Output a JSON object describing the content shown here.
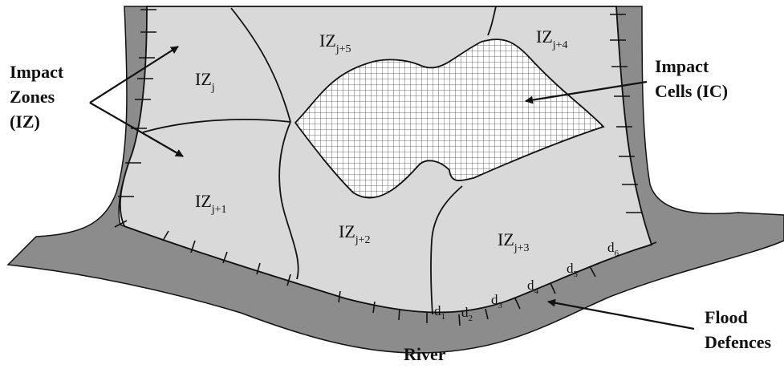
{
  "labels": {
    "impact_zones": [
      "Impact",
      "Zones",
      "(IZ)"
    ],
    "impact_cells": [
      "Impact",
      "Cells (IC)"
    ],
    "flood_defences": [
      "Flood",
      "Defences"
    ],
    "river": "River"
  },
  "zones": [
    {
      "base": "IZ",
      "sub": "j"
    },
    {
      "base": "IZ",
      "sub": "j+1"
    },
    {
      "base": "IZ",
      "sub": "j+2"
    },
    {
      "base": "IZ",
      "sub": "j+3"
    },
    {
      "base": "IZ",
      "sub": "j+4"
    },
    {
      "base": "IZ",
      "sub": "j+5"
    }
  ],
  "defence_sections": [
    {
      "base": "d",
      "sub": "1"
    },
    {
      "base": "d",
      "sub": "2"
    },
    {
      "base": "d",
      "sub": "3"
    },
    {
      "base": "d",
      "sub": "4"
    },
    {
      "base": "d",
      "sub": "5"
    },
    {
      "base": "d",
      "sub": "6"
    }
  ],
  "colors": {
    "bank": "#8c8c8c",
    "floodplain": "#d9d9d9",
    "grid": "#444444",
    "stroke": "#111111"
  }
}
